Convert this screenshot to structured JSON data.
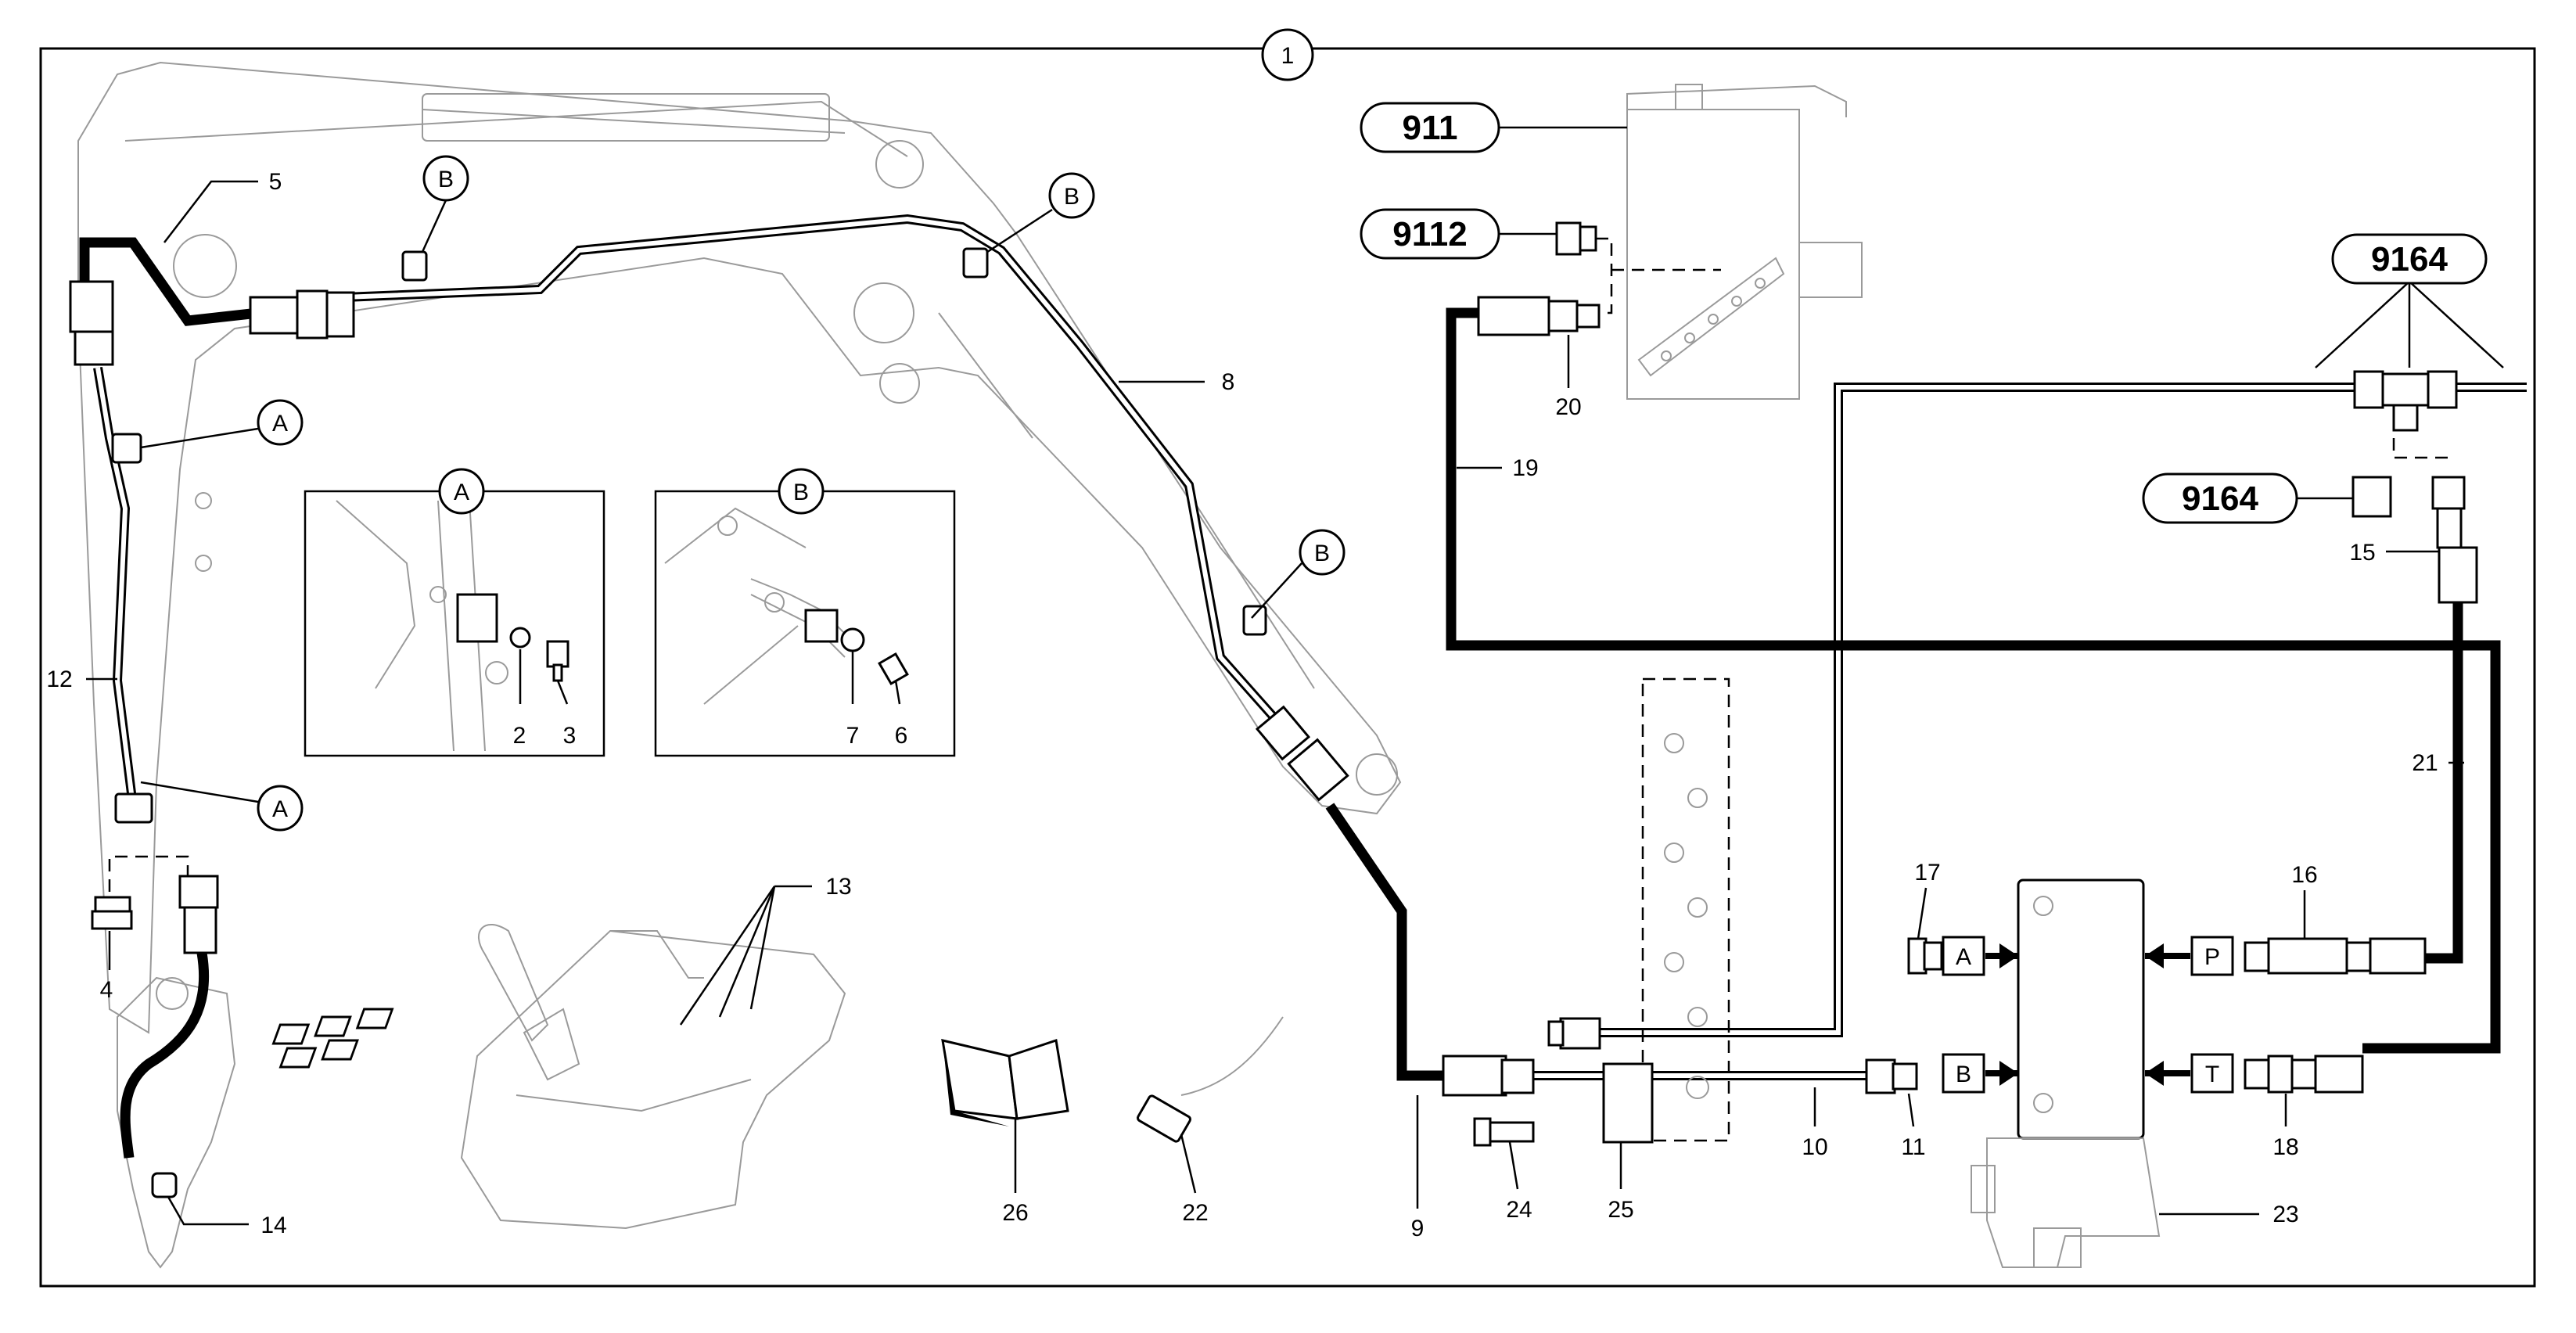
{
  "callouts": {
    "main": "1",
    "p2": "2",
    "p3": "3",
    "p4": "4",
    "p5": "5",
    "p6": "6",
    "p7": "7",
    "p8": "8",
    "p9": "9",
    "p10": "10",
    "p11": "11",
    "p12": "12",
    "p13": "13",
    "p14": "14",
    "p15": "15",
    "p16": "16",
    "p17": "17",
    "p18": "18",
    "p19": "19",
    "p20": "20",
    "p21": "21",
    "p22": "22",
    "p23": "23",
    "p24": "24",
    "p25": "25",
    "p26": "26"
  },
  "codes": {
    "c911": "911",
    "c9112": "9112",
    "c9164_top": "9164",
    "c9164_mid": "9164"
  },
  "details": {
    "a": "A",
    "b": "B"
  },
  "ports": {
    "a": "A",
    "b": "B",
    "p": "P",
    "t": "T"
  }
}
